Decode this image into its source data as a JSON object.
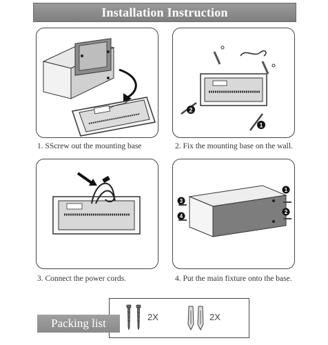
{
  "header": {
    "title": "Installation Instruction"
  },
  "steps": [
    {
      "caption": "1. SScrew out the mounting base",
      "icon": "unscrew-base-illustration-icon"
    },
    {
      "caption": "2. Fix the mounting base on the wall.",
      "icon": "fix-base-illustration-icon"
    },
    {
      "caption": "3. Connect the power cords.",
      "icon": "connect-cords-illustration-icon"
    },
    {
      "caption": "4. Put the main fixture onto the base.",
      "icon": "mount-fixture-illustration-icon"
    }
  ],
  "step2_markers": [
    "1",
    "2"
  ],
  "step4_markers": [
    "1",
    "2",
    "3",
    "4"
  ],
  "packing": {
    "label": "Packing list",
    "items": [
      {
        "icon": "screw-icon",
        "qty": "2X"
      },
      {
        "icon": "wall-anchor-icon",
        "qty": "2X"
      }
    ]
  }
}
